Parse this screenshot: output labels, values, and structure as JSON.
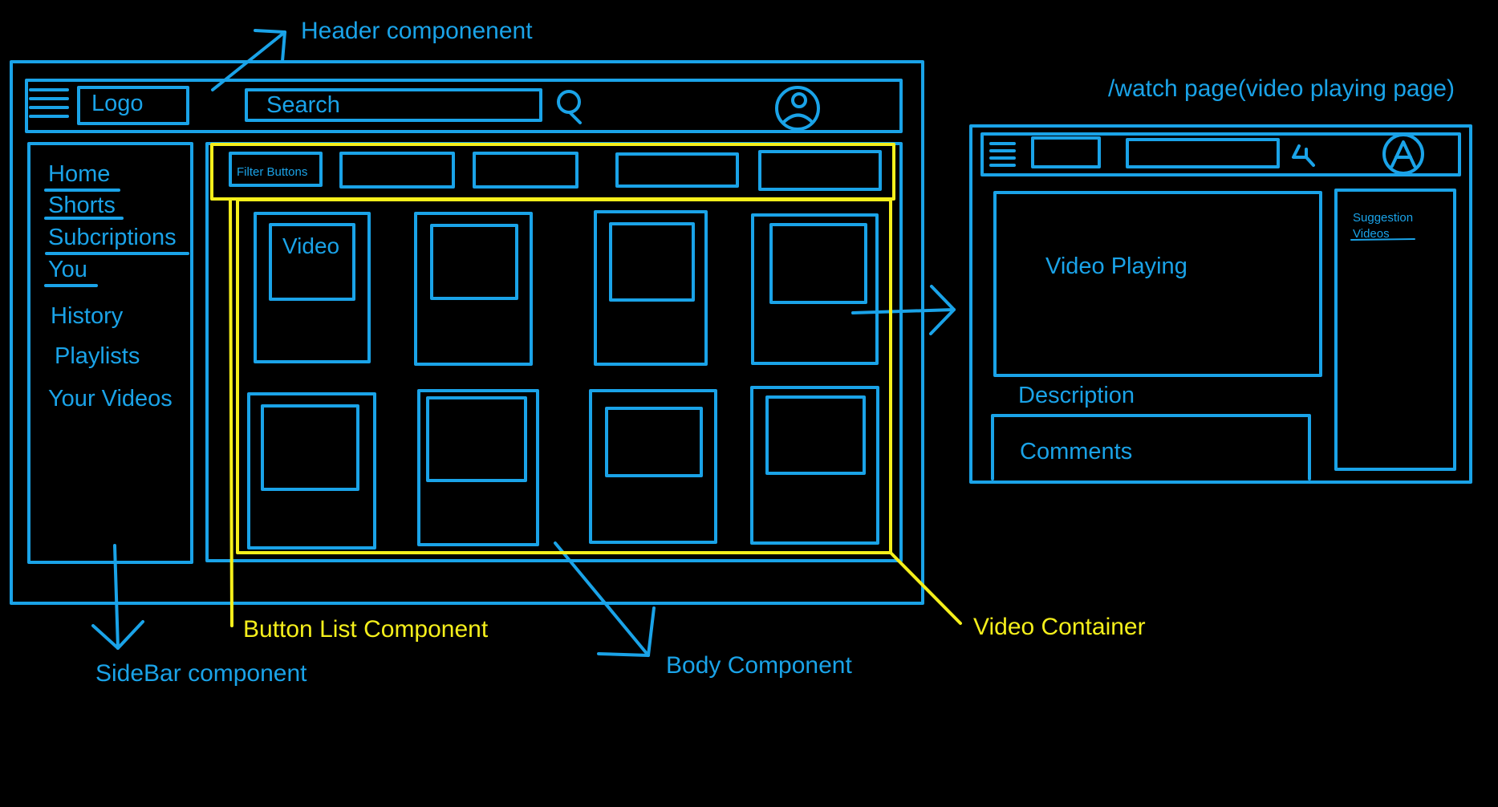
{
  "colors": {
    "background": "#000000",
    "wireframe": "#1aa3e8",
    "highlight": "#f5ef1b"
  },
  "annotations": {
    "header_component": "Header componenent",
    "watch_page": "/watch page(video playing page)",
    "button_list_component": "Button List Component",
    "sidebar_component": "SideBar component",
    "body_component": "Body Component",
    "video_container": "Video Container"
  },
  "home_mockup": {
    "header": {
      "menu_icon": "hamburger-icon",
      "logo": "Logo",
      "search": "Search",
      "search_icon": "search-icon",
      "user_icon": "user-icon"
    },
    "sidebar": {
      "items": [
        "Home",
        "Shorts",
        "Subcriptions",
        "You",
        "History",
        "Playlists",
        "Your Videos"
      ]
    },
    "filter_buttons": {
      "first_label": "Filter Buttons"
    },
    "video_card_label": "Video"
  },
  "watch_mockup": {
    "video_playing": "Video Playing",
    "description": "Description",
    "comments": "Comments",
    "suggestion_line1": "Suggestion",
    "suggestion_line2": "Videos"
  }
}
